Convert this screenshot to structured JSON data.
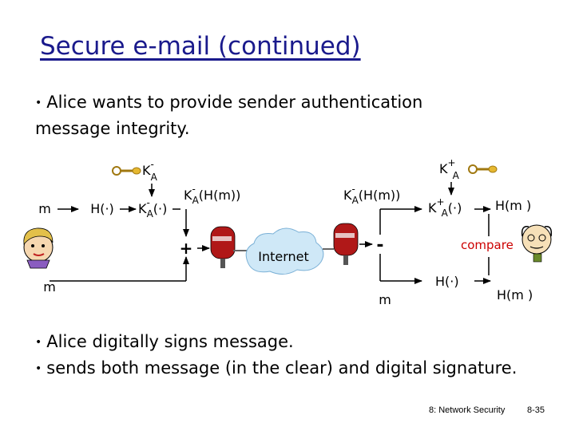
{
  "title": "Secure e-mail (continued)",
  "intro_bullet": {
    "line1": "Alice wants to provide sender authentication",
    "line2": "message integrity."
  },
  "diagram": {
    "m_left": "m",
    "m_left_bottom": "m",
    "hash_box_left": "H(·)",
    "private_key_label": "K",
    "private_key_sub": "A",
    "private_key_sup": "-",
    "encrypt_box": "K",
    "encrypt_box_sub": "A",
    "encrypt_box_sup": "-",
    "encrypt_box_arg": "(·)",
    "signed_hash_left": "K",
    "signed_hash_left_sup": "-",
    "signed_hash_left_sub": "A",
    "signed_hash_left_arg": "(H(m))",
    "plus_sign": "+",
    "internet_label": "Internet",
    "minus_sign": "-",
    "signed_hash_right": "K",
    "signed_hash_right_sup": "-",
    "signed_hash_right_sub": "A",
    "signed_hash_right_arg": "(H(m))",
    "public_key_label": "K",
    "public_key_sup": "+",
    "public_key_sub": "A",
    "decrypt_box": "K",
    "decrypt_box_sup": "+",
    "decrypt_box_sub": "A",
    "decrypt_box_arg": "(·)",
    "hm_top": "H(m )",
    "compare_label": "compare",
    "m_right": "m",
    "hash_box_right": "H(·)",
    "hm_bottom": "H(m )"
  },
  "bottom_bullets": [
    "Alice digitally signs message.",
    "sends both message (in the clear) and digital signature."
  ],
  "footer": {
    "course": "8: Network Security",
    "page": "8-35"
  },
  "colors": {
    "title": "#1a1a8c",
    "compare": "#cc0000",
    "cloud": "#cfe8f7",
    "mailbox": "#b01818",
    "key": "#e6b830"
  }
}
